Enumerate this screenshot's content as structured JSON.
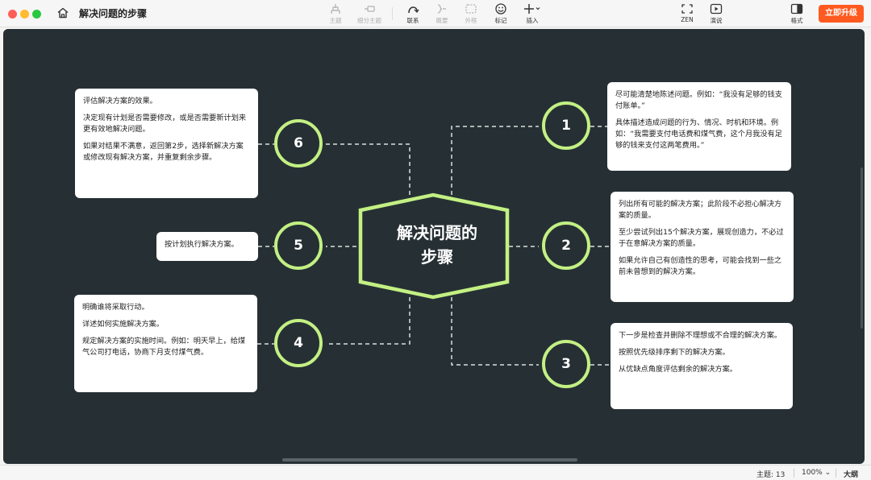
{
  "app": {
    "doc_title": "解决问题的步骤",
    "upgrade_label": "立即升级"
  },
  "toolbar": {
    "topic": "主题",
    "subtopic": "细分主题",
    "relation": "联系",
    "summary": "概要",
    "boundary": "外框",
    "marker": "标记",
    "insert": "插入",
    "zen": "ZEN",
    "present": "演说",
    "format": "格式"
  },
  "map": {
    "center_title": "解决问题的步骤",
    "center_line1": "解决问题的",
    "center_line2": "步骤",
    "accent": "#c3f083",
    "background": "#263034",
    "steps": [
      {
        "num": "1",
        "paragraphs": [
          "尽可能清楚地陈述问题。例如：“我没有足够的钱支付账单。”",
          "具体描述造成问题的行为、情况、时机和环境。例如：“我需要支付电话费和煤气费，这个月我没有足够的钱来支付这两笔费用。”"
        ]
      },
      {
        "num": "2",
        "paragraphs": [
          "列出所有可能的解决方案；此阶段不必担心解决方案的质量。",
          "至少尝试列出15个解决方案，展现创造力，不必过于在意解决方案的质量。",
          "如果允许自己有创造性的思考，可能会找到一些之前未曾想到的解决方案。"
        ]
      },
      {
        "num": "3",
        "paragraphs": [
          "下一步是检查并删除不理想或不合理的解决方案。",
          "按照优先级排序剩下的解决方案。",
          "从优缺点角度评估剩余的解决方案。"
        ]
      },
      {
        "num": "4",
        "paragraphs": [
          "明确谁将采取行动。",
          "详述如何实施解决方案。",
          "规定解决方案的实施时间。例如：明天早上，给煤气公司打电话，协商下月支付煤气费。"
        ]
      },
      {
        "num": "5",
        "paragraphs": [
          "按计划执行解决方案。"
        ]
      },
      {
        "num": "6",
        "paragraphs": [
          "评估解决方案的效果。",
          "决定现有计划是否需要修改，或是否需要新计划来更有效地解决问题。",
          "如果对结果不满意，返回第2步，选择新解决方案或修改现有解决方案，并重复剩余步骤。"
        ]
      }
    ]
  },
  "status": {
    "topic_count": "主题: 13",
    "zoom": "100%",
    "outline": "大纲"
  }
}
